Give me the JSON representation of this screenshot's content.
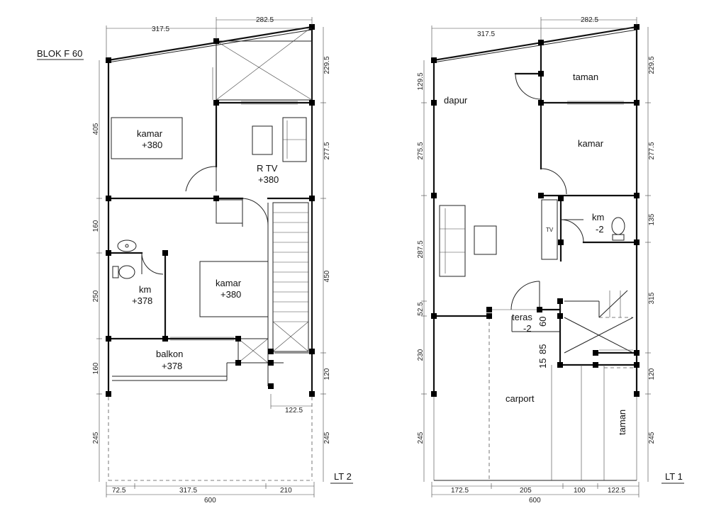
{
  "block_title": "BLOK F 60",
  "floor2": {
    "label": "LT 2",
    "rooms": {
      "kamar_top": {
        "name": "kamar",
        "level": "+380"
      },
      "rtv": {
        "name": "R TV",
        "level": "+380"
      },
      "kamar_mid": {
        "name": "kamar",
        "level": "+380"
      },
      "km": {
        "name": "km",
        "level": "+378"
      },
      "balkon": {
        "name": "balkon",
        "level": "+378"
      }
    },
    "dims": {
      "top_left": "317.5",
      "top_right": "282.5",
      "left": [
        "405",
        "160",
        "250",
        "160",
        "245"
      ],
      "right": [
        "229.5",
        "277.5",
        "450",
        "120",
        "245"
      ],
      "stair_offset": "122.5",
      "bottom": [
        "72.5",
        "317.5",
        "210"
      ],
      "total": "600"
    }
  },
  "floor1": {
    "label": "LT 1",
    "rooms": {
      "dapur": {
        "name": "dapur"
      },
      "taman_top": {
        "name": "taman"
      },
      "kamar": {
        "name": "kamar"
      },
      "km": {
        "name": "km",
        "level": "-2"
      },
      "tv": {
        "name": "TV"
      },
      "teras": {
        "name": "teras",
        "level": "-2"
      },
      "carport": {
        "name": "carport"
      },
      "taman_side": {
        "name": "taman"
      }
    },
    "dims": {
      "top_left": "317.5",
      "top_right": "282.5",
      "left": [
        "129.5",
        "275.5",
        "287.5",
        "52.5",
        "230",
        "245"
      ],
      "right": [
        "229.5",
        "277.5",
        "135",
        "315",
        "120",
        "245"
      ],
      "step_dims": [
        "60",
        "85",
        "15"
      ],
      "bottom": [
        "172.5",
        "205",
        "100",
        "122.5"
      ],
      "total": "600"
    }
  }
}
